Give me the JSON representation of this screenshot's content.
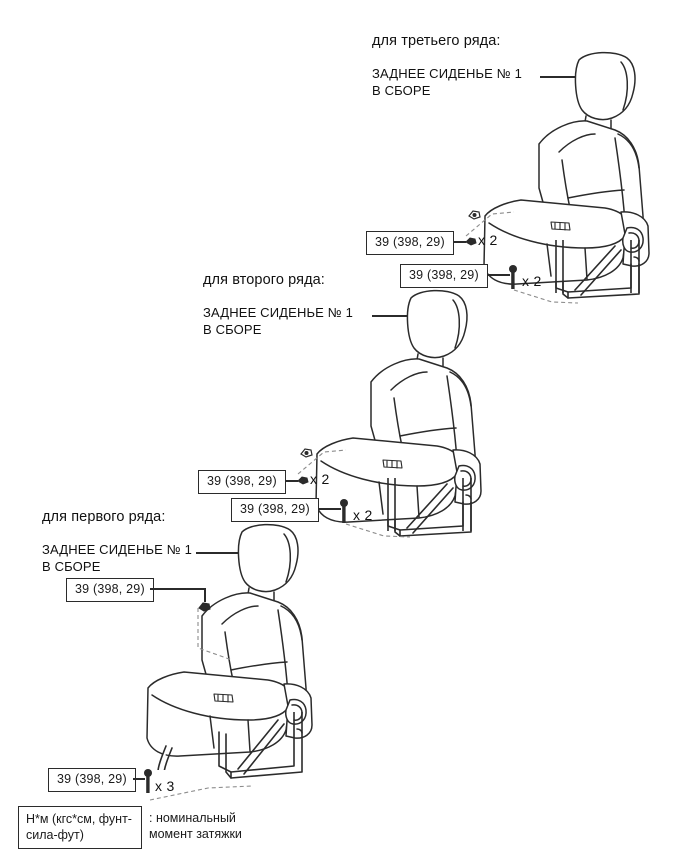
{
  "document": {
    "type": "service-manual-diagram",
    "subject": "ЗАДНЕЕ СИДЕНЬЕ № 1 В СБОРЕ"
  },
  "sections": [
    {
      "id": "third-row",
      "heading": "для третьего ряда:",
      "part_label": "ЗАДНЕЕ СИДЕНЬЕ № 1\nВ СБОРЕ",
      "callouts": [
        {
          "id": "third-nut",
          "torque": "39 (398, 29)",
          "quantity": "x 2",
          "fastener": "nut-icon"
        },
        {
          "id": "third-bolt",
          "torque": "39 (398, 29)",
          "quantity": "x 2",
          "fastener": "bolt-icon"
        }
      ]
    },
    {
      "id": "second-row",
      "heading": "для второго ряда:",
      "part_label": "ЗАДНЕЕ СИДЕНЬЕ № 1\nВ СБОРЕ",
      "callouts": [
        {
          "id": "second-nut",
          "torque": "39 (398, 29)",
          "quantity": "x 2",
          "fastener": "nut-icon"
        },
        {
          "id": "second-bolt",
          "torque": "39 (398, 29)",
          "quantity": "x 2",
          "fastener": "bolt-icon"
        }
      ]
    },
    {
      "id": "first-row",
      "heading": "для первого ряда:",
      "part_label": "ЗАДНЕЕ СИДЕНЬЕ № 1\nВ СБОРЕ",
      "callouts": [
        {
          "id": "first-nut",
          "torque": "39 (398, 29)",
          "quantity": "",
          "fastener": "nut-icon"
        },
        {
          "id": "first-bolt",
          "torque": "39 (398, 29)",
          "quantity": "x 3",
          "fastener": "bolt-icon"
        }
      ]
    }
  ],
  "legend": {
    "unit_box": "Н*м (кгс*см, фунт-\nсила-фут)",
    "description": ": номинальный\nмомент затяжки"
  },
  "colors": {
    "line": "#2b2b2b",
    "text": "#111111",
    "background": "#ffffff",
    "dashed": "#8c8c8c"
  }
}
